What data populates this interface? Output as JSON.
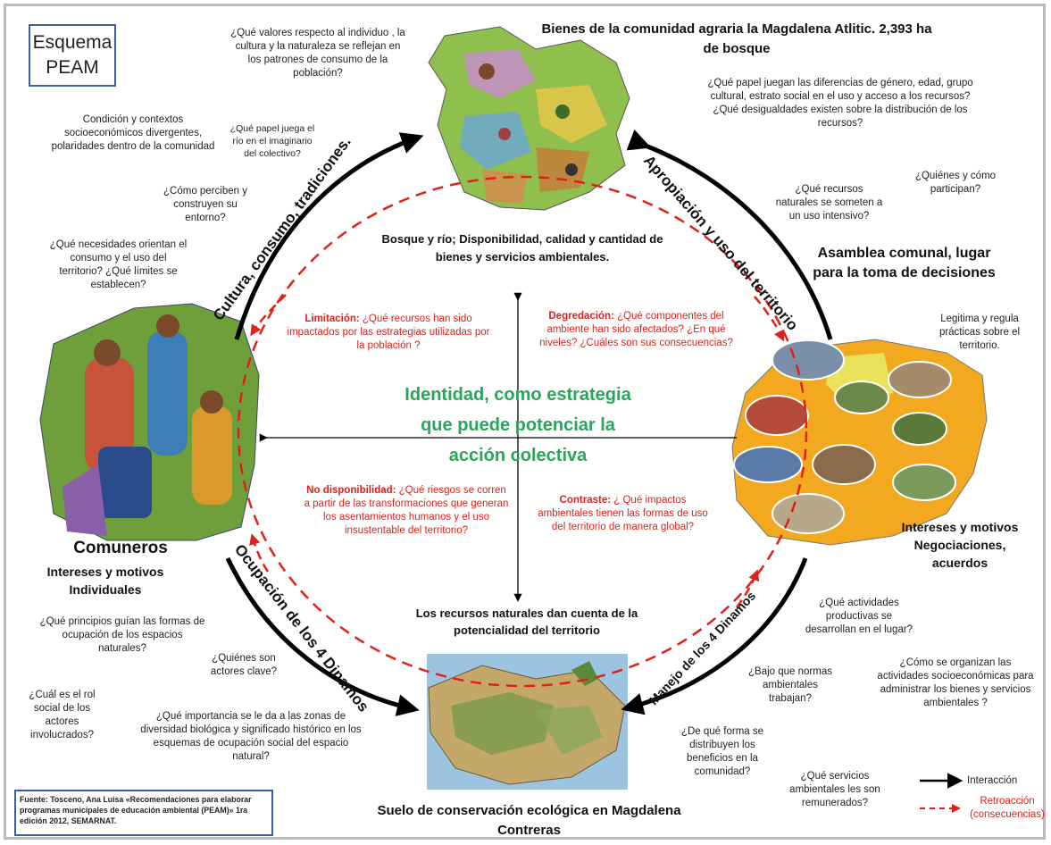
{
  "title": "Esquema PEAM",
  "top_title": "Bienes de la comunidad agraria la Magdalena Atlitic. 2,393 ha de bosque",
  "center_identity": "Identidad, como estrategia que puede potenciar la acción colectiva",
  "axis_top_label": "Bosque y río; Disponibilidad, calidad y cantidad de bienes y servicios ambientales.",
  "axis_bottom_label": "Los recursos naturales dan cuenta de la potencialidad del territorio",
  "node_left": {
    "title": "Comuneros",
    "subtitle": "Intereses y motivos Individuales"
  },
  "node_right_top": "Asamblea comunal, lugar para la toma de decisiones",
  "node_right_bottom": "Intereses y motivos Negociaciones, acuerdos",
  "node_bottom": "Suelo de conservación ecológica en Magdalena Contreras",
  "arc_labels": {
    "top_left": "Cultura, consumo, tradiciones.",
    "top_right": "Apropiación y uso del territorio",
    "bottom_left": "Ocupación de los 4 Dinamos",
    "bottom_right": "Manejo de los 4 Dinamos"
  },
  "quadrants": {
    "limitacion": {
      "term": "Limitación:",
      "text": " ¿Qué recursos han sido impactados por las estrategias utilizadas por la población ?"
    },
    "degradacion": {
      "term": "Degredación:",
      "text": " ¿Qué componentes del ambiente han sido afectados? ¿En qué niveles? ¿Cuáles son sus consecuencias?"
    },
    "no_disponibilidad": {
      "term": "No disponibilidad:",
      "text": " ¿Qué riesgos se corren a partir de las transformaciones que generan los asentamientos humanos y el uso insustentable del territorio?"
    },
    "contraste": {
      "term": "Contraste:",
      "text": " ¿ Qué impactos ambientales tienen las formas de uso del territorio de manera global?"
    }
  },
  "questions": {
    "q_valores": "¿Qué valores respecto al individuo , la cultura y la naturaleza se reflejan en los patrones de consumo de la población?",
    "q_rio": "¿Qué papel juega el río en el imaginario del colectivo?",
    "q_condicion": "Condición y contextos socioeconómicos divergentes, polaridades dentro de la comunidad",
    "q_perciben": "¿Cómo perciben y construyen su entorno?",
    "q_necesidades": "¿Qué necesidades orientan el consumo y el uso del territorio? ¿Qué límites se establecen?",
    "q_genero": "¿Qué papel juegan las diferencias de género, edad, grupo cultural, estrato social en el uso y acceso a los recursos? ¿Qué desigualdades existen sobre la distribución de los recursos?",
    "q_quienes_participan": "¿Quiénes y cómo participan?",
    "q_recursos_intensivo": "¿Qué recursos naturales se someten a un uso intensivo?",
    "q_legitima": "Legitima y regula prácticas sobre el territorio.",
    "q_principios": "¿Qué principios guían las formas de ocupación de los espacios naturales?",
    "q_actores_clave": "¿Quiénes son actores clave?",
    "q_rol": "¿Cuál es el rol social de los actores involucrados?",
    "q_importancia": "¿Qué importancia se le da a las zonas de diversidad biológica y significado histórico en los esquemas de ocupación social del espacio natural?",
    "q_actividades": "¿Qué actividades productivas se desarrollan en el lugar?",
    "q_normas": "¿Bajo que normas ambientales trabajan?",
    "q_organizan": "¿Cómo se organizan las actividades socioeconómicas para administrar los bienes y servicios ambientales ?",
    "q_beneficios": "¿De qué forma se distribuyen los beneficios en la comunidad?",
    "q_servicios": "¿Qué servicios ambientales les son remunerados?"
  },
  "legend": {
    "interaccion": "Interacción",
    "retroaccion": "Retroacción (consecuencias)"
  },
  "source": "Fuente: Tosceno, Ana Luisa «Recomendaciones para elaborar programas municipales de educación ambiental (PEAM)» 1ra edición 2012, SEMARNAT.",
  "colors": {
    "feedback": "#e0201a",
    "identity": "#2aa55a",
    "interaction": "#000000",
    "box_border": "#3a5f9e"
  }
}
